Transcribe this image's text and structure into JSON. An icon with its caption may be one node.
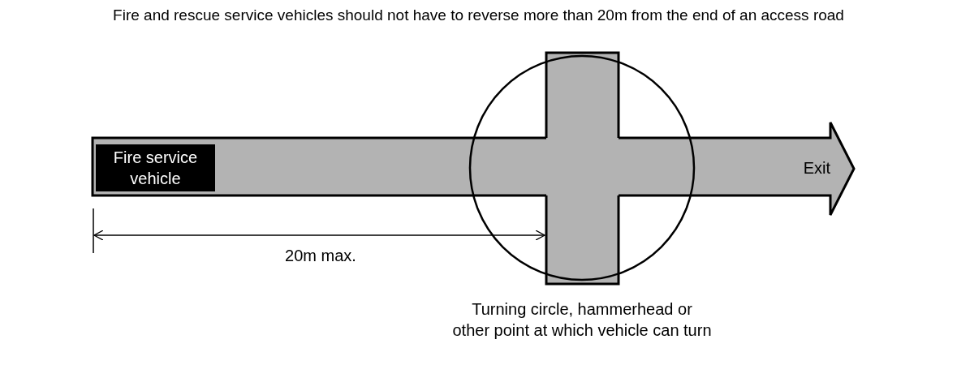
{
  "diagram": {
    "title": "Fire and rescue service vehicles should not have to reverse more than 20m from the end of an access road",
    "nodes": [
      {
        "text": [
          "Exit"
        ]
      },
      {
        "text": [
          "Fire service vehicle"
        ],
        "in": 0
      }
    ],
    "edges": [],
    "labels": [
      "20m max.",
      "Turning circle, hammerhead or other point at which vehicle can turn"
    ]
  }
}
